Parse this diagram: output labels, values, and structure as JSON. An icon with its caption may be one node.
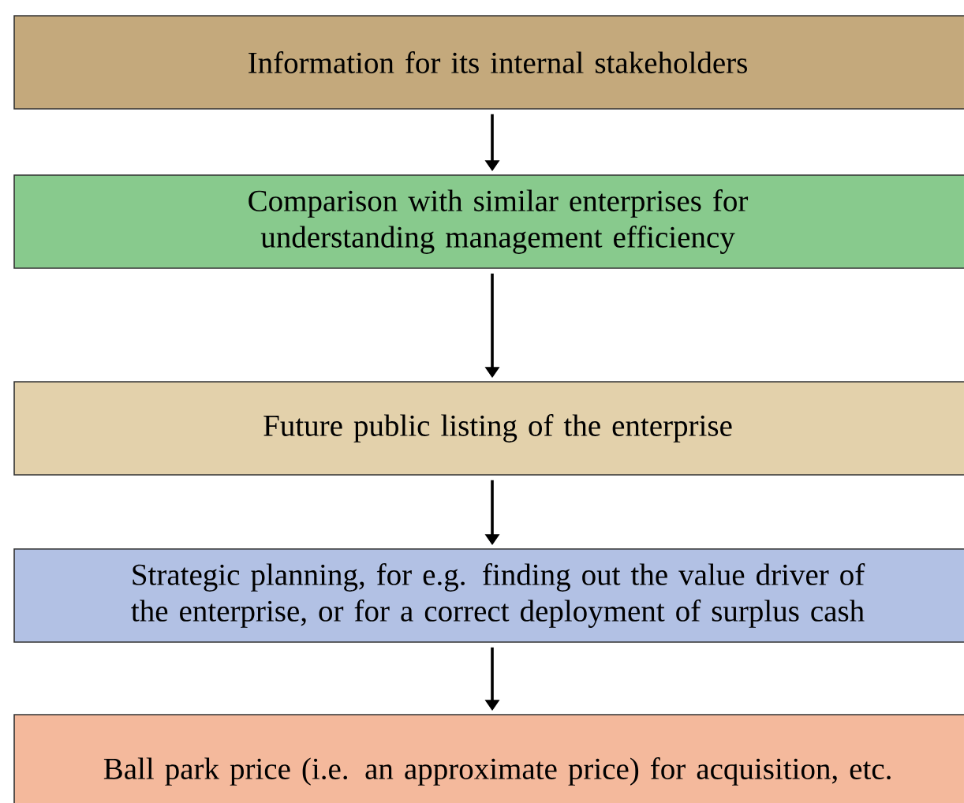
{
  "diagram": {
    "nodes": [
      {
        "text": [
          "Information for its internal stakeholders"
        ]
      },
      {
        "text": [
          "Comparison with similar enterprises for understanding management efficiency"
        ]
      },
      {
        "text": [
          "Future public listing of the enterprise"
        ]
      },
      {
        "text": [
          "Strategic planning, for e.g. finding out the value driver of the enterprise, or for a correct deployment of surplus cash"
        ]
      },
      {
        "text": [
          "Ball park price (i.e. an approximate price) for acquisition, etc."
        ]
      }
    ],
    "edges": [
      {
        "from": 0,
        "to": 1,
        "arrow": "to"
      },
      {
        "from": 1,
        "to": 2,
        "arrow": "to"
      },
      {
        "from": 2,
        "to": 3,
        "arrow": "to"
      },
      {
        "from": 3,
        "to": 4,
        "arrow": "to"
      }
    ]
  }
}
